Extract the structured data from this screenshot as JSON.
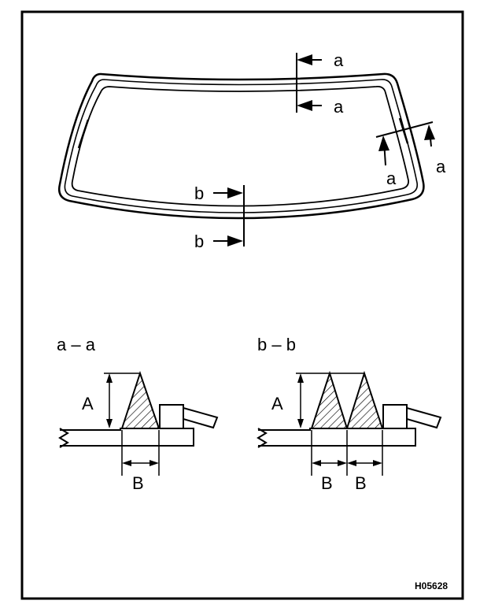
{
  "labels": {
    "section_a": "a",
    "section_b": "b",
    "dim_height": "A",
    "dim_width": "B",
    "view_a_title": "a – a",
    "view_b_title": "b – b"
  },
  "figure_code": "H05628"
}
